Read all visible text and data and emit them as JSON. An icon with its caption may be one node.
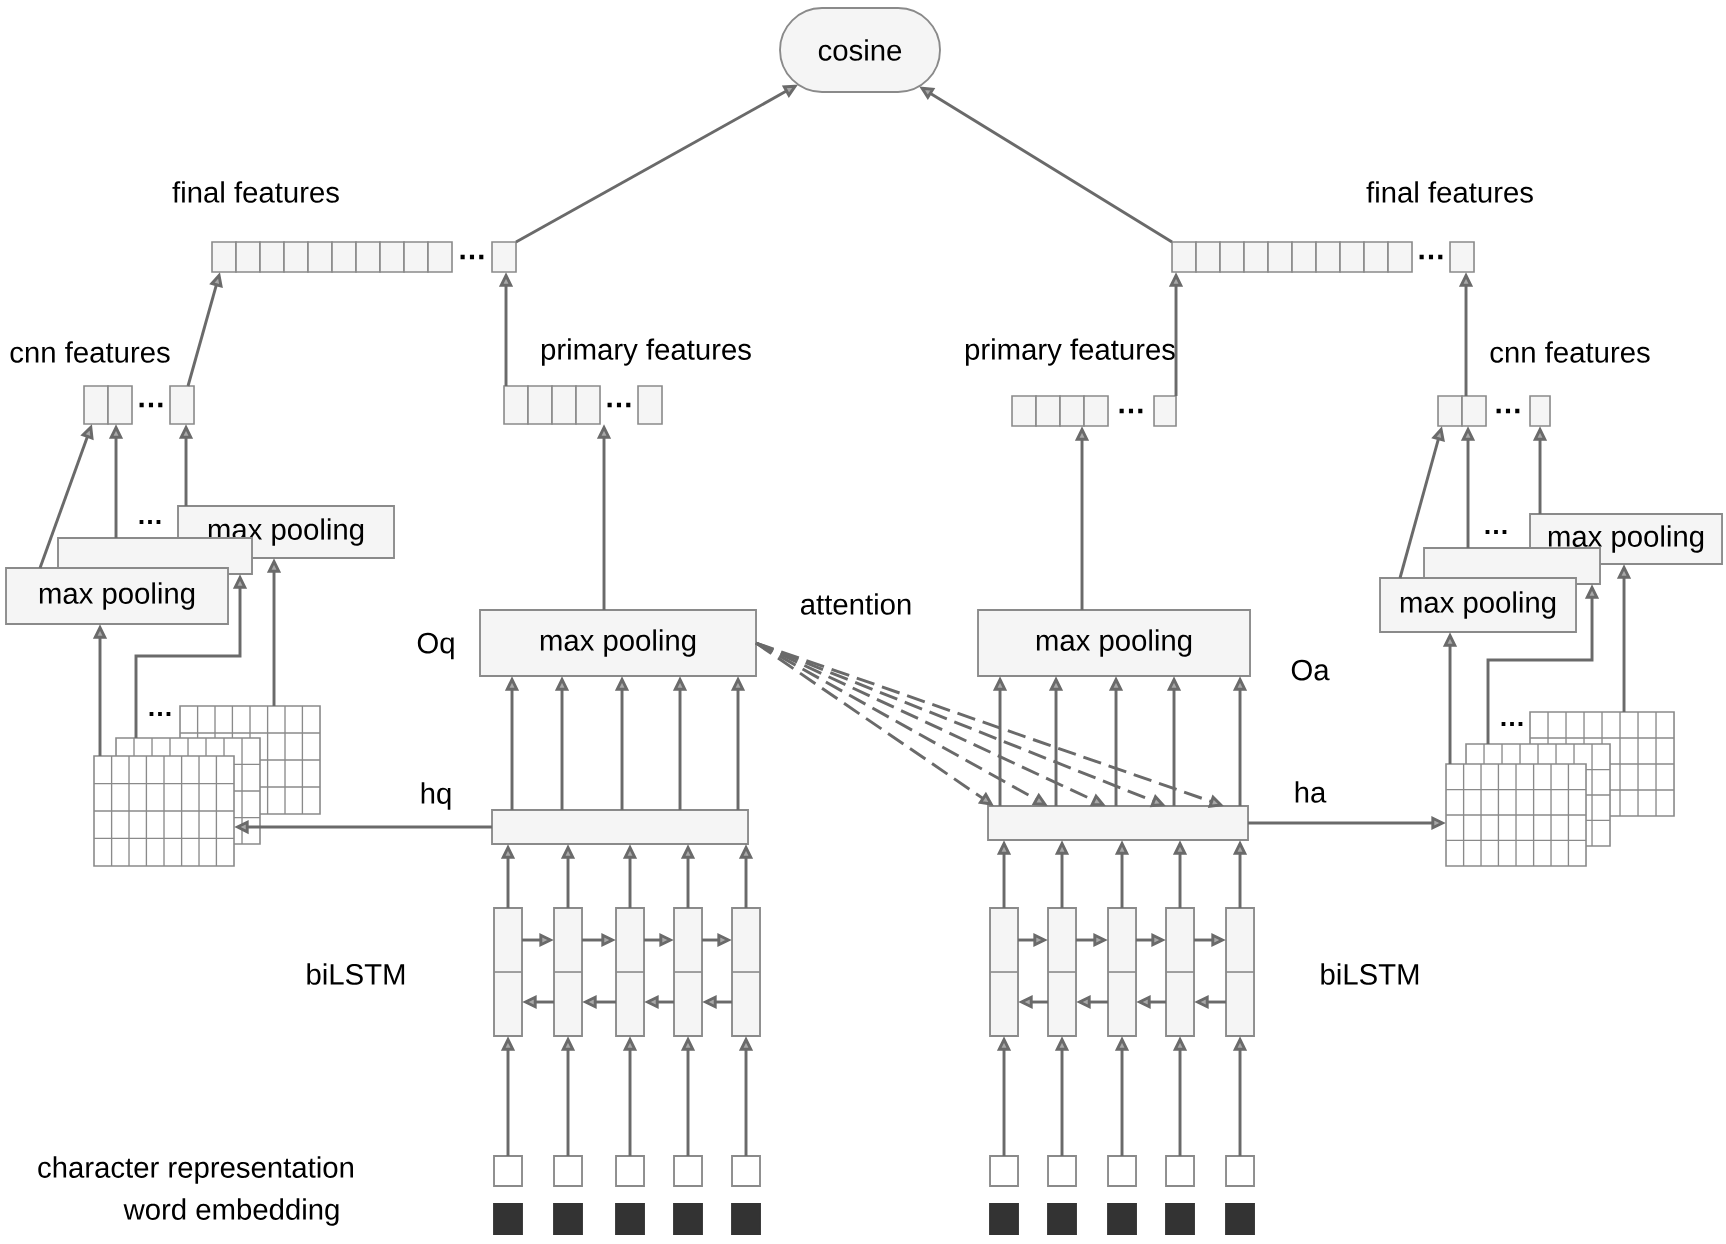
{
  "diagram": {
    "nodes": [
      {
        "text": [
          "cosine"
        ]
      },
      {
        "text": [
          "…"
        ],
        "beside": [
          "final features"
        ]
      },
      {
        "text": [
          "…"
        ],
        "beside": [
          "final features"
        ]
      },
      {
        "text": [
          "…"
        ],
        "beside": [
          "cnn features"
        ]
      },
      {
        "text": [
          "…"
        ],
        "beside": [
          "primary features"
        ]
      },
      {
        "text": [
          "…"
        ],
        "beside": [
          "primary features"
        ]
      },
      {
        "text": [
          "…"
        ],
        "beside": [
          "cnn features"
        ]
      },
      {
        "text": [
          "max pooling"
        ]
      },
      {
        "text": [],
        "shape": "box"
      },
      {
        "text": [
          "max pooling"
        ]
      },
      {
        "text": [
          "max pooling"
        ],
        "beside": [
          "Oq"
        ]
      },
      {
        "text": [
          "max pooling"
        ],
        "beside": [
          "Oa"
        ]
      },
      {
        "text": [
          "max pooling"
        ]
      },
      {
        "text": [],
        "shape": "box"
      },
      {
        "text": [
          "max pooling"
        ]
      },
      {
        "text": [],
        "shape": "grid"
      },
      {
        "text": [],
        "shape": "grid"
      },
      {
        "text": [],
        "shape": "grid"
      },
      {
        "text": [],
        "shape": "bar",
        "beside": [
          "hq"
        ]
      },
      {
        "text": [],
        "shape": "bar",
        "beside": [
          "ha"
        ]
      },
      {
        "text": [],
        "shape": "grid"
      },
      {
        "text": [],
        "shape": "grid"
      },
      {
        "text": [],
        "shape": "grid"
      },
      {
        "text": [],
        "shape": "box"
      },
      {
        "text": [],
        "shape": "box"
      },
      {
        "text": [],
        "shape": "box"
      },
      {
        "text": [],
        "shape": "box"
      },
      {
        "text": [],
        "shape": "box"
      },
      {
        "text": [],
        "shape": "box"
      },
      {
        "text": [],
        "shape": "box"
      },
      {
        "text": [],
        "shape": "box"
      },
      {
        "text": [],
        "shape": "box"
      },
      {
        "text": [],
        "shape": "box"
      },
      {
        "text": [],
        "shape": "box"
      },
      {
        "text": [],
        "shape": "box"
      },
      {
        "text": [],
        "shape": "box"
      },
      {
        "text": [],
        "shape": "box"
      },
      {
        "text": [],
        "shape": "box"
      },
      {
        "text": [],
        "shape": "box"
      },
      {
        "text": [],
        "shape": "box"
      },
      {
        "text": [],
        "shape": "box"
      },
      {
        "text": [],
        "shape": "box"
      },
      {
        "text": [],
        "shape": "box"
      },
      {
        "text": [],
        "shape": "box"
      },
      {
        "text": [],
        "shape": "box"
      },
      {
        "text": [],
        "shape": "box"
      },
      {
        "text": [],
        "shape": "box"
      },
      {
        "text": [],
        "shape": "box"
      },
      {
        "text": [],
        "shape": "box"
      },
      {
        "text": [],
        "shape": "box"
      },
      {
        "text": [],
        "shape": "box"
      },
      {
        "text": [],
        "shape": "box"
      },
      {
        "text": [],
        "shape": "box"
      }
    ],
    "edges": [
      {
        "from": 1,
        "to": 0,
        "arrow": "to"
      },
      {
        "from": 2,
        "to": 0,
        "arrow": "to"
      },
      {
        "from": 3,
        "to": 1,
        "arrow": "to"
      },
      {
        "from": 4,
        "to": 1,
        "arrow": "to"
      },
      {
        "from": 5,
        "to": 2,
        "arrow": "to"
      },
      {
        "from": 6,
        "to": 2,
        "arrow": "to"
      },
      {
        "from": 7,
        "to": 3,
        "arrow": "to"
      },
      {
        "from": 8,
        "to": 3,
        "arrow": "to"
      },
      {
        "from": 9,
        "to": 3,
        "arrow": "to"
      },
      {
        "from": 10,
        "to": 4,
        "arrow": "to"
      },
      {
        "from": 11,
        "to": 5,
        "arrow": "to"
      },
      {
        "from": 12,
        "to": 6,
        "arrow": "to"
      },
      {
        "from": 13,
        "to": 6,
        "arrow": "to"
      },
      {
        "from": 14,
        "to": 6,
        "arrow": "to"
      },
      {
        "from": 15,
        "to": 7,
        "arrow": "to"
      },
      {
        "from": 16,
        "to": 8,
        "arrow": "to"
      },
      {
        "from": 17,
        "to": 9,
        "arrow": "to"
      },
      {
        "from": 18,
        "to": 15,
        "arrow": "to"
      },
      {
        "from": 19,
        "to": 20,
        "arrow": "to"
      },
      {
        "from": 20,
        "to": 12,
        "arrow": "to"
      },
      {
        "from": 21,
        "to": 13,
        "arrow": "to"
      },
      {
        "from": 22,
        "to": 14,
        "arrow": "to"
      },
      {
        "from": 18,
        "to": 10,
        "arrow": "to"
      },
      {
        "from": 18,
        "to": 10,
        "arrow": "to"
      },
      {
        "from": 18,
        "to": 10,
        "arrow": "to"
      },
      {
        "from": 18,
        "to": 10,
        "arrow": "to"
      },
      {
        "from": 18,
        "to": 10,
        "arrow": "to"
      },
      {
        "from": 19,
        "to": 11,
        "arrow": "to"
      },
      {
        "from": 19,
        "to": 11,
        "arrow": "to"
      },
      {
        "from": 19,
        "to": 11,
        "arrow": "to"
      },
      {
        "from": 19,
        "to": 11,
        "arrow": "to"
      },
      {
        "from": 19,
        "to": 11,
        "arrow": "to"
      },
      {
        "from": 10,
        "to": 19,
        "arrow": "to",
        "style": "dashed"
      },
      {
        "from": 10,
        "to": 19,
        "arrow": "to",
        "style": "dashed"
      },
      {
        "from": 10,
        "to": 19,
        "arrow": "to",
        "style": "dashed"
      },
      {
        "from": 10,
        "to": 19,
        "arrow": "to",
        "style": "dashed"
      },
      {
        "from": 10,
        "to": 19,
        "arrow": "to",
        "style": "dashed"
      },
      {
        "from": 23,
        "to": 18,
        "arrow": "to"
      },
      {
        "from": 24,
        "to": 18,
        "arrow": "to"
      },
      {
        "from": 25,
        "to": 18,
        "arrow": "to"
      },
      {
        "from": 26,
        "to": 18,
        "arrow": "to"
      },
      {
        "from": 27,
        "to": 18,
        "arrow": "to"
      },
      {
        "from": 28,
        "to": 19,
        "arrow": "to"
      },
      {
        "from": 29,
        "to": 19,
        "arrow": "to"
      },
      {
        "from": 30,
        "to": 19,
        "arrow": "to"
      },
      {
        "from": 31,
        "to": 19,
        "arrow": "to"
      },
      {
        "from": 32,
        "to": 19,
        "arrow": "to"
      },
      {
        "from": 23,
        "to": 24,
        "arrow": "to"
      },
      {
        "from": 24,
        "to": 25,
        "arrow": "to"
      },
      {
        "from": 25,
        "to": 26,
        "arrow": "to"
      },
      {
        "from": 26,
        "to": 27,
        "arrow": "to"
      },
      {
        "from": 24,
        "to": 23,
        "arrow": "to"
      },
      {
        "from": 25,
        "to": 24,
        "arrow": "to"
      },
      {
        "from": 26,
        "to": 25,
        "arrow": "to"
      },
      {
        "from": 27,
        "to": 26,
        "arrow": "to"
      },
      {
        "from": 28,
        "to": 29,
        "arrow": "to"
      },
      {
        "from": 29,
        "to": 30,
        "arrow": "to"
      },
      {
        "from": 30,
        "to": 31,
        "arrow": "to"
      },
      {
        "from": 31,
        "to": 32,
        "arrow": "to"
      },
      {
        "from": 29,
        "to": 28,
        "arrow": "to"
      },
      {
        "from": 30,
        "to": 29,
        "arrow": "to"
      },
      {
        "from": 31,
        "to": 30,
        "arrow": "to"
      },
      {
        "from": 32,
        "to": 31,
        "arrow": "to"
      },
      {
        "from": 33,
        "to": 23,
        "arrow": "to"
      },
      {
        "from": 34,
        "to": 24,
        "arrow": "to"
      },
      {
        "from": 35,
        "to": 25,
        "arrow": "to"
      },
      {
        "from": 36,
        "to": 26,
        "arrow": "to"
      },
      {
        "from": 37,
        "to": 27,
        "arrow": "to"
      },
      {
        "from": 38,
        "to": 28,
        "arrow": "to"
      },
      {
        "from": 39,
        "to": 29,
        "arrow": "to"
      },
      {
        "from": 40,
        "to": 30,
        "arrow": "to"
      },
      {
        "from": 41,
        "to": 31,
        "arrow": "to"
      },
      {
        "from": 42,
        "to": 32,
        "arrow": "to"
      }
    ],
    "labels": [
      "…",
      "…",
      "attention",
      "…",
      "…",
      "biLSTM",
      "biLSTM",
      "character representation",
      "word embedding"
    ]
  }
}
